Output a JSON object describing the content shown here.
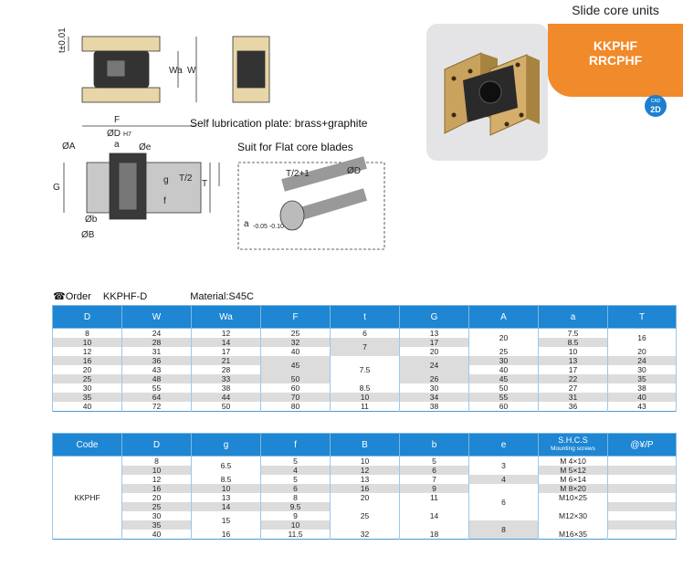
{
  "header": {
    "category": "Slide core units",
    "codes": [
      "KKPHF",
      "RRCPHF"
    ],
    "badge": [
      "CAD",
      "2D"
    ]
  },
  "drawing": {
    "thickness_tol": "t±0.01",
    "dim_Wa": "Wa",
    "dim_W": "W",
    "plate_note": "Self lubrication plate: brass+graphite",
    "suit_note": "Suit for Flat core blades",
    "labels": {
      "F": "F",
      "D": "ØD",
      "H7": "H7",
      "a": "a",
      "A": "ØA",
      "e": "Øe",
      "G": "G",
      "g": "g",
      "T2": "T/2",
      "T": "T",
      "f": "f",
      "b": "Øb",
      "B": "ØB"
    },
    "blade": {
      "t_half": "T/2+1",
      "D": "ØD",
      "a_tol": "a",
      "a_tol_values": "-0.05 -0.10"
    }
  },
  "order": {
    "label": "Order",
    "code": "KKPHF-D",
    "material": "Material:S45C"
  },
  "table1": {
    "headers": [
      "D",
      "W",
      "Wa",
      "F",
      "t",
      "G",
      "A",
      "a",
      "T"
    ],
    "rows": [
      [
        "8",
        "24",
        "12",
        "25",
        "6",
        "13",
        "",
        "7.5",
        ""
      ],
      [
        "10",
        "28",
        "14",
        "32",
        "",
        "17",
        "",
        "8.5",
        ""
      ],
      [
        "12",
        "31",
        "17",
        "40",
        "",
        "20",
        "25",
        "10",
        "20"
      ],
      [
        "16",
        "36",
        "21",
        "",
        "",
        "",
        "30",
        "13",
        "24"
      ],
      [
        "20",
        "43",
        "28",
        "",
        "",
        "",
        "40",
        "17",
        "30"
      ],
      [
        "25",
        "48",
        "33",
        "50",
        "",
        "26",
        "45",
        "22",
        "35"
      ],
      [
        "30",
        "55",
        "38",
        "60",
        "8.5",
        "30",
        "50",
        "27",
        "38"
      ],
      [
        "35",
        "64",
        "44",
        "70",
        "10",
        "34",
        "55",
        "31",
        "40"
      ],
      [
        "40",
        "72",
        "50",
        "80",
        "11",
        "38",
        "60",
        "36",
        "43"
      ]
    ],
    "merged": {
      "t_7": "7",
      "t_75": "7.5",
      "F_45": "45",
      "G_24": "24",
      "A_20": "20",
      "T_16": "16"
    }
  },
  "table2": {
    "headers": [
      "Code",
      "D",
      "g",
      "f",
      "B",
      "b",
      "e"
    ],
    "shcs_title": "S.H.C.S",
    "shcs_sub": "Mounting screws",
    "price_header": "@¥/P",
    "code": "KKPHF",
    "rows": [
      [
        "8",
        "",
        "5",
        "10",
        "5",
        "",
        "M  4×10"
      ],
      [
        "10",
        "",
        "4",
        "12",
        "6",
        "",
        "M  5×12"
      ],
      [
        "12",
        "8.5",
        "5",
        "13",
        "7",
        "4",
        "M  6×14"
      ],
      [
        "16",
        "10",
        "6",
        "16",
        "9",
        "",
        "M  8×20"
      ],
      [
        "20",
        "13",
        "8",
        "20",
        "11",
        "",
        "M10×25"
      ],
      [
        "25",
        "14",
        "9.5",
        "",
        "",
        "",
        ""
      ],
      [
        "30",
        "",
        "9",
        "",
        "",
        "",
        ""
      ],
      [
        "35",
        "",
        "10",
        "",
        "",
        "",
        ""
      ],
      [
        "40",
        "16",
        "11.5",
        "32",
        "18",
        "",
        "M16×35"
      ]
    ],
    "merged": {
      "g_65": "6.5",
      "g_15": "15",
      "B_25": "25",
      "b_14": "14",
      "e_3": "3",
      "e_6": "6",
      "e_8": "8",
      "shcs_12": "M12×30"
    }
  }
}
